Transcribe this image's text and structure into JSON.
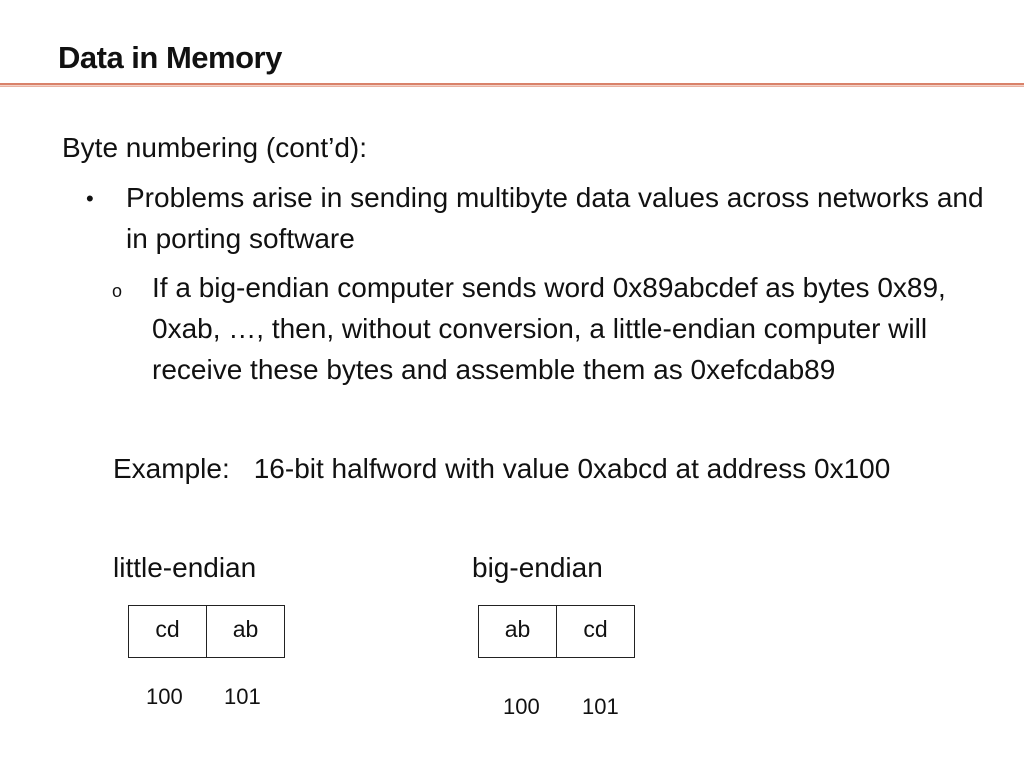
{
  "slide": {
    "title": "Data in Memory",
    "heading": "Byte numbering (cont’d):",
    "bullet_1": "Problems arise in sending multibyte data values across networks and in porting software",
    "bullet_2": "If a big-endian computer sends word 0x89abcdef as bytes 0x89, 0xab, …, then, without conversion, a little-endian computer will receive these bytes and assemble them as 0xefcdab89",
    "example_label": "Example:",
    "example_text": "16-bit halfword with value 0xabcd at address 0x100",
    "bullet_1_marker": "•",
    "bullet_2_marker": "o"
  },
  "little_endian": {
    "label": "little-endian",
    "cells": [
      "cd",
      "ab"
    ],
    "addresses": [
      "100",
      "101"
    ]
  },
  "big_endian": {
    "label": "big-endian",
    "cells": [
      "ab",
      "cd"
    ],
    "addresses": [
      "100",
      "101"
    ]
  },
  "colors": {
    "title_rule": "#d9826a",
    "text": "#111111"
  }
}
